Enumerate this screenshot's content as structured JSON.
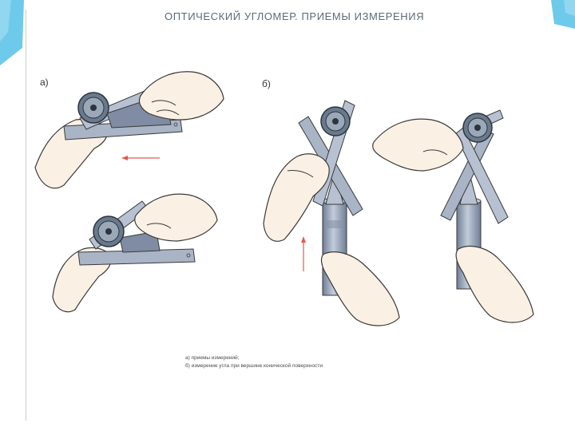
{
  "slide": {
    "title": "ОПТИЧЕСКИЙ УГЛОМЕР. ПРИЕМЫ ИЗМЕРЕНИЯ",
    "panels": [
      {
        "label": "а)"
      },
      {
        "label": "б)"
      }
    ],
    "caption": [
      "а) приемы измерений;",
      "б) измерение угла при вершине конической поверхности"
    ],
    "colors": {
      "accent": "#5ec4e8",
      "tool_steel": "#a9b4c6",
      "tool_dark": "#7f8ca3",
      "dial": "#6a7a8c",
      "skin": "#fbf0e4",
      "arrow": "#e05a4f"
    }
  }
}
